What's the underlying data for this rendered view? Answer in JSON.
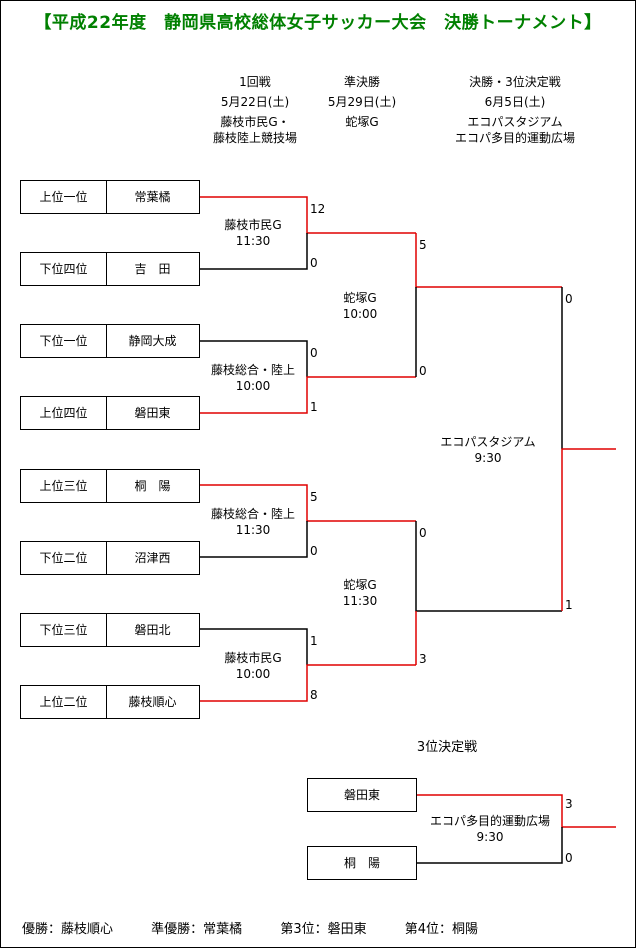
{
  "title": "【平成22年度　静岡県高校総体女子サッカー大会　決勝トーナメント】",
  "rounds": {
    "r1": {
      "name": "1回戦",
      "date": "5月22日(土)",
      "venue1": "藤枝市民G・",
      "venue2": "藤枝陸上競技場"
    },
    "sf": {
      "name": "準決勝",
      "date": "5月29日(土)",
      "venue1": "蛇塚G"
    },
    "final": {
      "name": "決勝・3位決定戦",
      "date": "6月5日(土)",
      "venue1": "エコパスタジアム",
      "venue2": "エコパ多目的運動広場"
    }
  },
  "teams": [
    {
      "seed": "上位一位",
      "name": "常葉橘"
    },
    {
      "seed": "下位四位",
      "name": "吉　田"
    },
    {
      "seed": "下位一位",
      "name": "静岡大成"
    },
    {
      "seed": "上位四位",
      "name": "磐田東"
    },
    {
      "seed": "上位三位",
      "name": "桐　陽"
    },
    {
      "seed": "下位二位",
      "name": "沼津西"
    },
    {
      "seed": "下位三位",
      "name": "磐田北"
    },
    {
      "seed": "上位二位",
      "name": "藤枝順心"
    }
  ],
  "matches": {
    "m1": {
      "venue": "藤枝市民G",
      "time": "11:30",
      "score_a": "12",
      "score_b": "0"
    },
    "m2": {
      "venue": "藤枝総合・陸上",
      "time": "10:00",
      "score_a": "0",
      "score_b": "1"
    },
    "m3": {
      "venue": "藤枝総合・陸上",
      "time": "11:30",
      "score_a": "5",
      "score_b": "0"
    },
    "m4": {
      "venue": "藤枝市民G",
      "time": "10:00",
      "score_a": "1",
      "score_b": "8"
    },
    "sf1": {
      "venue": "蛇塚G",
      "time": "10:00",
      "score_a": "5",
      "score_b": "0"
    },
    "sf2": {
      "venue": "蛇塚G",
      "time": "11:30",
      "score_a": "0",
      "score_b": "3"
    },
    "final": {
      "venue": "エコパスタジアム",
      "time": "9:30",
      "score_a": "0",
      "score_b": "1"
    },
    "third": {
      "title": "3位決定戦",
      "team_a": "磐田東",
      "team_b": "桐　陽",
      "venue": "エコパ多目的運動広場",
      "time": "9:30",
      "score_a": "3",
      "score_b": "0"
    }
  },
  "footer": {
    "champion": "優勝：藤枝順心",
    "runner_up": "準優勝：常葉橘",
    "third": "第3位：磐田東",
    "fourth": "第4位：桐陽"
  },
  "colors": {
    "win_line": "#e00000",
    "lose_line": "#000000",
    "title": "#008000"
  }
}
